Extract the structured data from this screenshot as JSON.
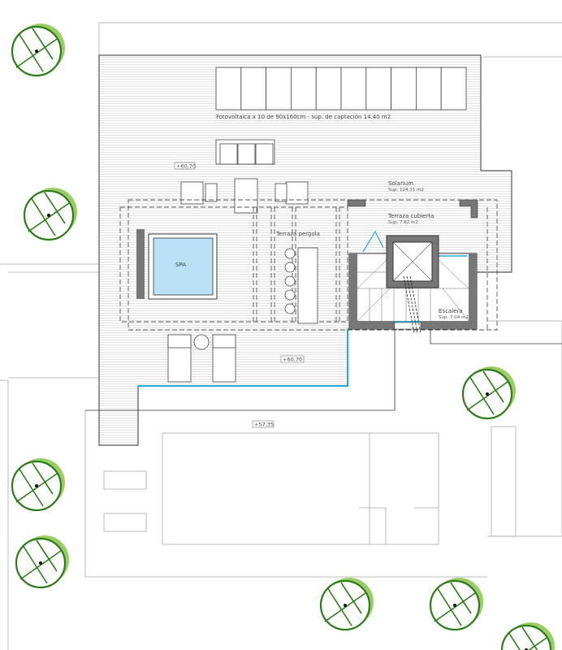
{
  "labels": {
    "photovoltaic": "Fotovoltaica x 10 de 90x160cm - sup. de captación 14.40 m2",
    "solarium": "Solarium",
    "solarium_area": "Sup. 124.11 m2",
    "covered_terrace": "Terraza cubierta",
    "covered_terrace_area": "Sup. 7.62 m2",
    "pergola_terrace": "Terraza pergola",
    "spa": "SPA",
    "stairs": "Escalera",
    "stairs_area": "Sup. 7.04 m2"
  },
  "levels": {
    "upper_deck": "+60,70",
    "lower_deck": "+60,70",
    "ground": "+57,35"
  },
  "colors": {
    "line": "#333333",
    "water": "#b9e0f5",
    "water_edge": "#2aa6d6",
    "tree": "#2e7d1a",
    "tree_shadow": "#9ccc65",
    "wall": "#777777"
  },
  "solar_panel_count": 10
}
